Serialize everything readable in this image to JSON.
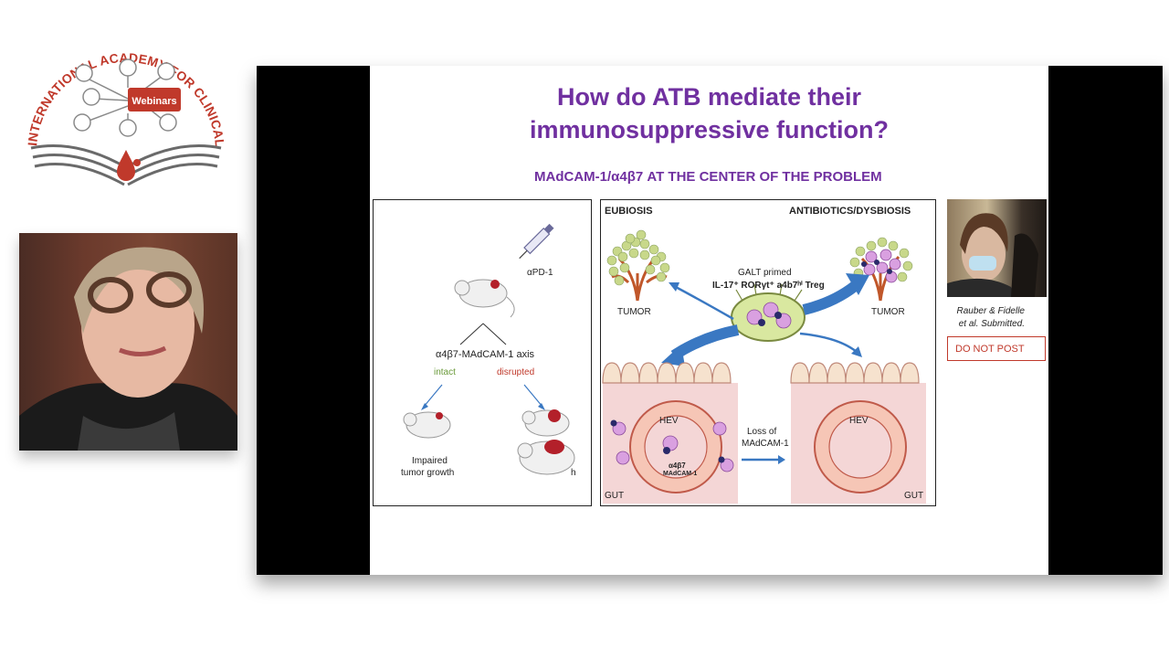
{
  "logo": {
    "org_name": "INTERNATIONAL ACADEMY FOR CLINICAL HEMATOLOGY",
    "badge": "Webinars"
  },
  "slide": {
    "title_line1": "How do ATB mediate their",
    "title_line2": "immunosuppressive function?",
    "subtitle": "MAdCAM-1/α4β7 AT THE CENTER OF THE PROBLEM",
    "left_panel": {
      "drug": "αPD-1",
      "axis": "α4β7-MAdCAM-1 axis",
      "intact": "intact",
      "disrupted": "disrupted",
      "outcome_line1": "Impaired",
      "outcome_line2": "tumor growth",
      "cut_text": "h"
    },
    "right_panel": {
      "eubiosis": "EUBIOSIS",
      "dysbiosis": "ANTIBIOTICS/DYSBIOSIS",
      "galt_line1": "GALT primed",
      "galt_line2": "IL-17⁺ RORγt⁺ a4b7ʰⁱ Treg",
      "tumor_left": "TUMOR",
      "tumor_right": "TUMOR",
      "hev_left": "HEV",
      "hev_right": "HEV",
      "integrin": "α4β7",
      "madcam": "MAdCAM-1",
      "loss_line1": "Loss of",
      "loss_line2": "MAdCAM-1",
      "gut_left": "GUT",
      "gut_right": "GUT"
    }
  },
  "citation_line1": "Rauber & Fidelle",
  "citation_line2": "et al. Submitted.",
  "watermark": "DO NOT POST",
  "colors": {
    "title_purple": "#7030a0",
    "logo_red": "#c0392b",
    "arrow_blue": "#3a78c2",
    "intact_green": "#6a9a3a",
    "disrupted_red": "#c0392b",
    "gut_pink": "#f4d6d6"
  }
}
